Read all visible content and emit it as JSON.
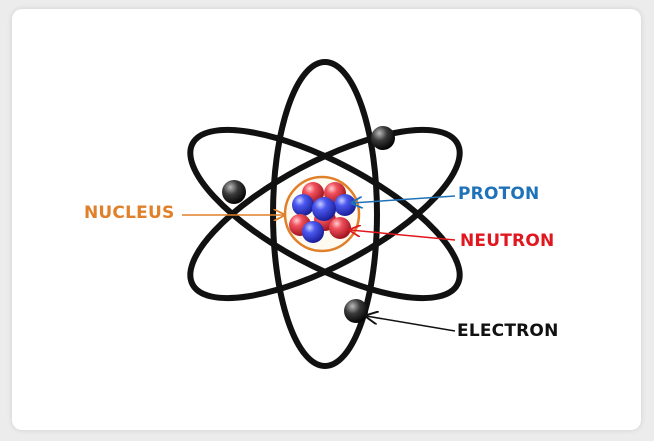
{
  "labels": {
    "nucleus": "NUCLEUS",
    "proton": "PROTON",
    "neutron": "NEUTRON",
    "electron": "ELECTRON"
  },
  "colors": {
    "nucleus": "#e0802a",
    "proton": "#1f72b8",
    "neutron": "#e0171f",
    "electron": "#111111",
    "orbit": "#111111",
    "proton_particle": "#2f3fe0",
    "neutron_particle": "#e83a48"
  }
}
